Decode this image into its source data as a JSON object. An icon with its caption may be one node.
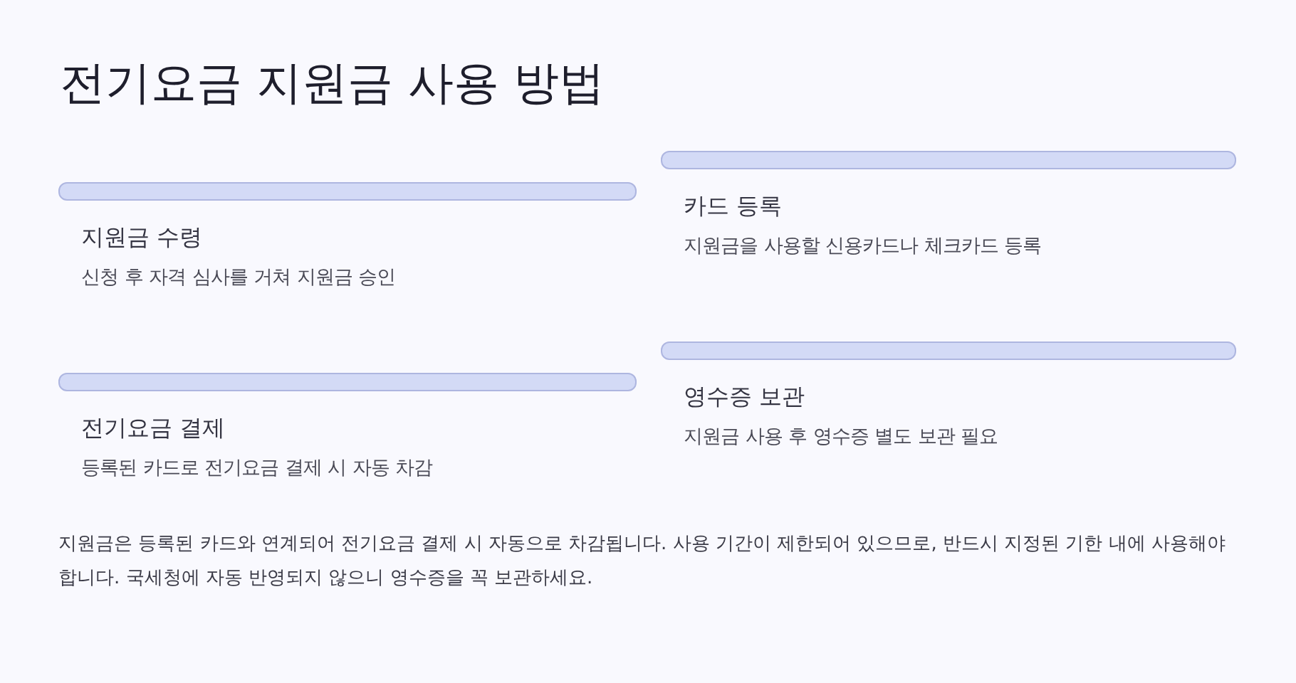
{
  "diagram": {
    "title": "전기요금 지원금 사용 방법",
    "nodes": [
      {
        "text": [
          "지원금 수령",
          "신청 후 자격 심사를 거쳐 지원금 승인"
        ]
      },
      {
        "text": [
          "카드 등록",
          "지원금을 사용할 신용카드나 체크카드 등록"
        ]
      },
      {
        "text": [
          "전기요금 결제",
          "등록된 카드로 전기요금 결제 시 자동 차감"
        ]
      },
      {
        "text": [
          "영수증 보관",
          "지원금 사용 후 영수증 별도 보관 필요"
        ]
      }
    ],
    "caption": "지원금은 등록된 카드와 연계되어 전기요금 결제 시 자동으로 차감됩니다. 사용 기간이 제한되어 있으므로, 반드시 지정된 기한 내에 사용해야 합니다. 국세청에 자동 반영되지 않으니 영수증을 꼭 보관하세요."
  }
}
